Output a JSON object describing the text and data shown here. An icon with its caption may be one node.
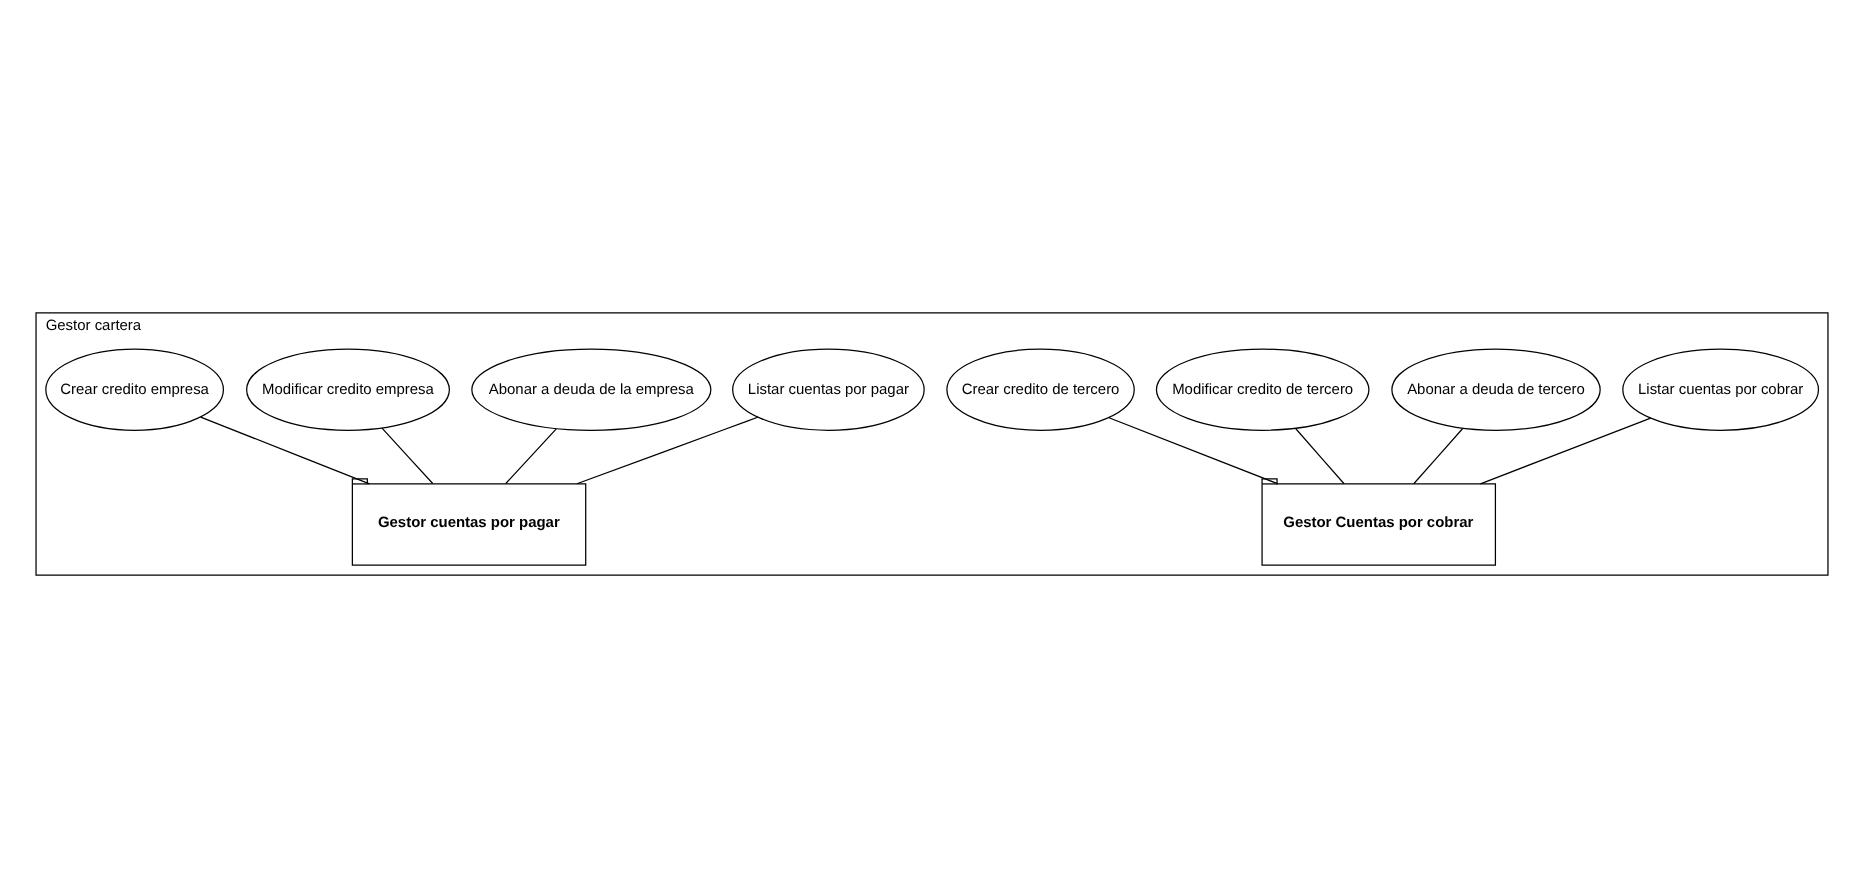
{
  "diagram": {
    "nodes": [
      {
        "text": [
          "Gestor cartera"
        ]
      },
      {
        "text": [
          "Listar cuentas por cobrar"
        ],
        "in": 0
      },
      {
        "text": [
          "Abonar a deuda de tercero"
        ],
        "in": 0
      },
      {
        "text": [
          "Listar cuentas por pagar"
        ],
        "in": 0
      },
      {
        "text": [
          "Abonar a deuda de la empresa"
        ],
        "in": 0
      },
      {
        "text": [
          "Modificar credito de tercero"
        ],
        "in": 0
      },
      {
        "text": [
          "Crear credito de tercero"
        ],
        "in": 0
      },
      {
        "text": [
          "Modificar credito empresa"
        ],
        "in": 0
      },
      {
        "text": [
          "Crear credito empresa"
        ],
        "in": 0
      },
      {
        "text": [
          "Gestor Cuentas por cobrar"
        ],
        "in": 0
      },
      {
        "text": [
          "Gestor cuentas por pagar"
        ],
        "in": 0
      }
    ],
    "edges": [
      {
        "from": 1,
        "to": 9,
        "arrow": "none"
      },
      {
        "from": 2,
        "to": 9,
        "arrow": "none"
      },
      {
        "from": 5,
        "to": 9,
        "arrow": "none"
      },
      {
        "from": 6,
        "to": 9,
        "arrow": "none"
      },
      {
        "from": 3,
        "to": 10,
        "arrow": "none"
      },
      {
        "from": 4,
        "to": 10,
        "arrow": "none"
      },
      {
        "from": 7,
        "to": 10,
        "arrow": "none"
      },
      {
        "from": 8,
        "to": 10,
        "arrow": "none"
      }
    ]
  }
}
